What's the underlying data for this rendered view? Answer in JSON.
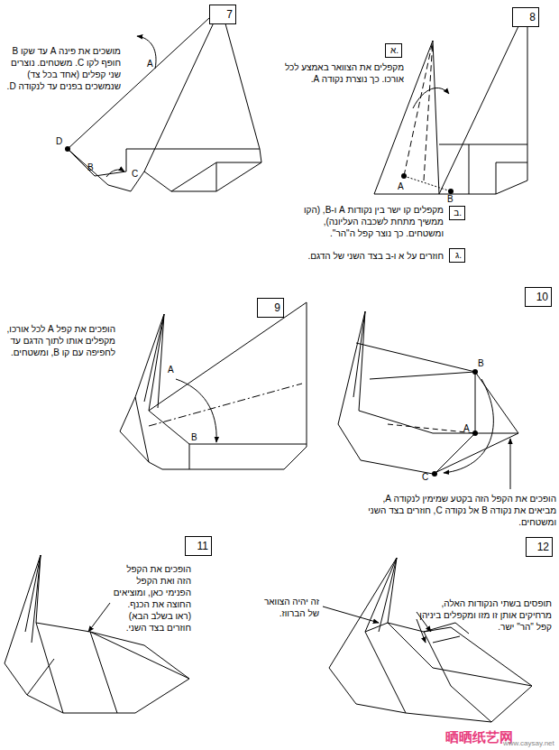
{
  "diagram": {
    "nodes": [
      {
        "text": [
          "7"
        ]
      },
      {
        "text": [
          "8"
        ]
      },
      {
        "text": [
          "א."
        ]
      },
      {
        "text": [
          "ב."
        ]
      },
      {
        "text": [
          "ג."
        ]
      },
      {
        "text": [
          "9"
        ]
      },
      {
        "text": [
          "10"
        ]
      },
      {
        "text": [
          "11"
        ]
      },
      {
        "text": [
          "12"
        ]
      }
    ],
    "labels": [
      "מושכים את פינה A עד שקו B חופף לקו C. משטחים. נוצרים שני קפלים (אחד בכל צד) שנמשכים בפנים עד לנקודה D.",
      "A",
      "D",
      "B",
      "C",
      "מקפלים את הצוואר באמצע לכל אורכו. כך נוצרת נקודה A.",
      "A",
      "B",
      "מקפלים קו ישר בין נקודות A ו-B, (הקו ממשיך מתחת לשכבה העליונה), ומשטחים. כך נוצר קפל ה\"הר\".",
      "חוזרים על א ו-ב בצד השני של הדגם.",
      "הופכים את קפל A לכל אורכו, מקפלים אותו לתוך הדגם עד לחפיפה עם קו B, ומשטחים.",
      "A",
      "B",
      "B",
      "A",
      "C",
      "הופכים את הקפל הזה בקטע שמימין לנקודה A, מביאים את נקודה B אל נקודה C, חוזרים בצד השני ומשטחים.",
      "הופכים את הקפל הזה ואת הקפל הפנימי כאן, ומוציאים החוצה את הכנף. (ראו בשלב הבא) חוזרים בצד השני.",
      "זה יהיה הצוואר של הברווז.",
      "תופסים בשתי הנקודות האלה, מרחיקים אותן זו מזו ומקפלים ביניהן קפל \"הר\" ישר.",
      "晒晒纸艺网",
      "www.caysay.net"
    ]
  }
}
